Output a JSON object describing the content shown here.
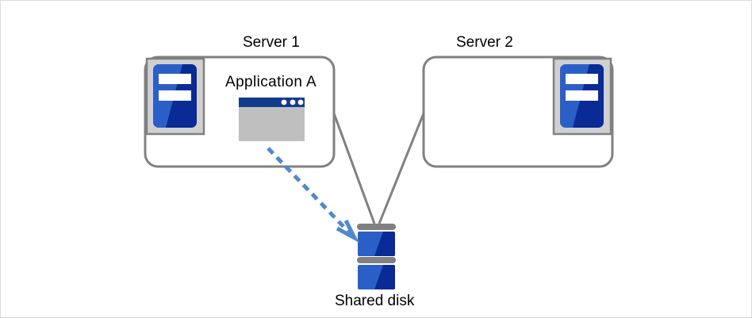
{
  "diagram": {
    "title_alt": "Two-node cluster sharing one disk",
    "background_color": "#ffffff",
    "frame_border_color": "#dcdcdc",
    "servers": [
      {
        "id": "server-1",
        "label": "Server 1",
        "icon_position": "top-left",
        "icon_name": "server-icon",
        "contains_application": true,
        "application": {
          "label": "Application A",
          "icon_name": "application-window-icon",
          "titlebar_dots": 3
        }
      },
      {
        "id": "server-2",
        "label": "Server 2",
        "icon_position": "top-right",
        "icon_name": "server-icon",
        "contains_application": false
      }
    ],
    "storage": {
      "id": "shared-disk",
      "label": "Shared disk",
      "icon_name": "disk-stack-icon",
      "platter_count": 2
    },
    "connectors": [
      {
        "from": "server-1",
        "to": "shared-disk",
        "style": "solid",
        "color": "#808080"
      },
      {
        "from": "server-2",
        "to": "shared-disk",
        "style": "solid",
        "color": "#808080"
      }
    ],
    "access_arrow": {
      "from": "application-a",
      "to": "shared-disk",
      "style": "dashed",
      "color": "#5089cc",
      "has_arrowhead": true
    },
    "colors": {
      "box_outline": "#808080",
      "icon_frame": "#d0d0d0",
      "icon_frame_border": "#808080",
      "blue_light": "#2a5fc8",
      "blue_dark": "#0a2a96",
      "titlebar_navy": "#123b8e",
      "window_body_gray": "#bfbfbf",
      "disk_bar_gray": "#808080",
      "arrow_blue": "#5089cc"
    }
  }
}
